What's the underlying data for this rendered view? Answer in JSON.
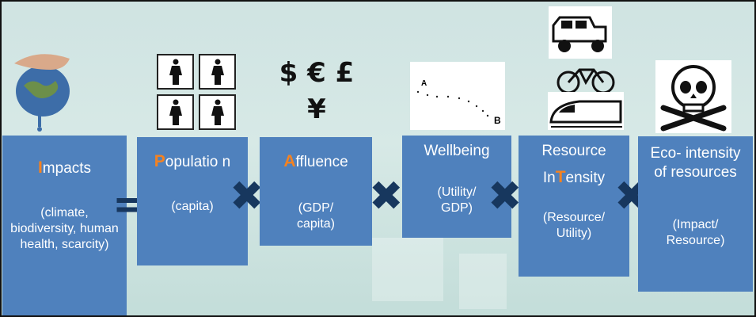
{
  "equation": {
    "impacts": {
      "initial": "I",
      "rest": "mpacts",
      "sub": "(climate, biodiversity, human health, scarcity)"
    },
    "equals": "=",
    "population": {
      "initial": "P",
      "rest": "opulatio n",
      "sub": "(capita)"
    },
    "times": "✖",
    "affluence": {
      "initial": "A",
      "rest": "ffluence",
      "sub": "(GDP/ capita)"
    },
    "wellbeing": {
      "title": "Wellbeing",
      "sub": "(Utility/ GDP)"
    },
    "resource_intensity": {
      "line1": "Resource",
      "pre": "In",
      "initial": "T",
      "post": "ensity",
      "sub": "(Resource/ Utility)"
    },
    "eco_intensity": {
      "title": "Eco- intensity of resources",
      "sub": "(Impact/ Resource)"
    }
  },
  "icons": {
    "currency_line1": "$ € £",
    "currency_line2": "¥",
    "person_names": [
      "person-icon",
      "person-icon",
      "person-icon",
      "person-icon"
    ],
    "wellbeing_path_labels": {
      "start": "A",
      "end": "B"
    }
  },
  "colors": {
    "box": "#4f81bd",
    "highlight": "#f58220",
    "operator": "#17375e"
  }
}
